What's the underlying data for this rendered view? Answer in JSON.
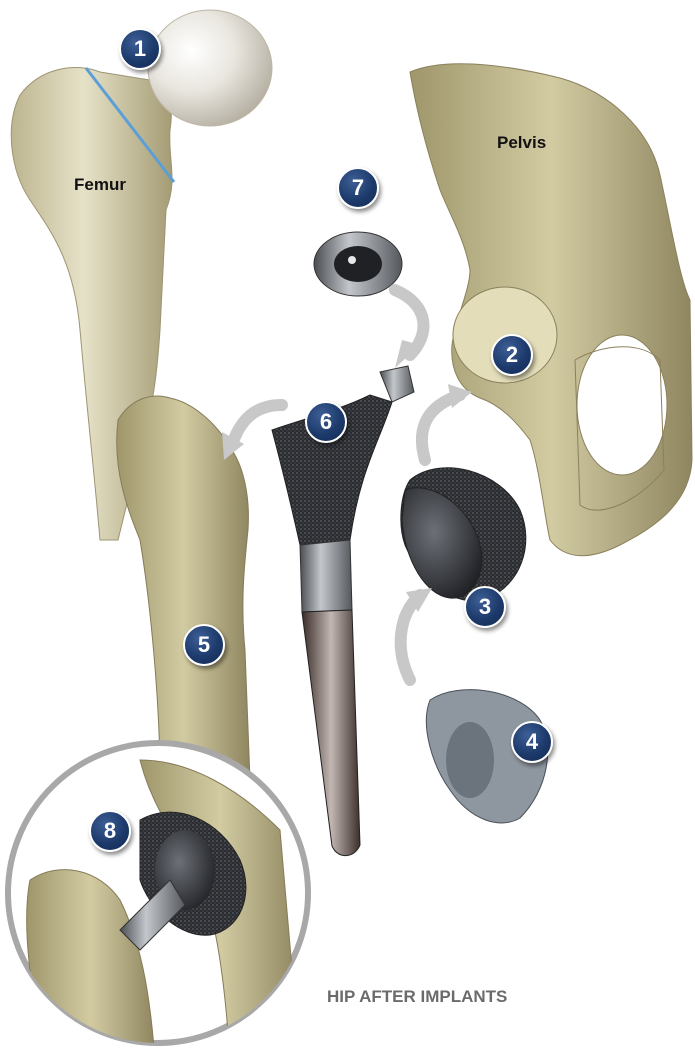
{
  "labels": {
    "femur": "Femur",
    "pelvis": "Pelvis",
    "caption": "HIP AFTER IMPLANTS"
  },
  "badges": [
    "1",
    "2",
    "3",
    "4",
    "5",
    "6",
    "7",
    "8"
  ],
  "colors": {
    "bone": "#d9d4b0",
    "bone_shadow": "#a9a07a",
    "badge": "#1d3a6b",
    "cut_line": "#5b9fd6",
    "metal": "#9aa0a8",
    "caption": "#6b6b6b"
  }
}
